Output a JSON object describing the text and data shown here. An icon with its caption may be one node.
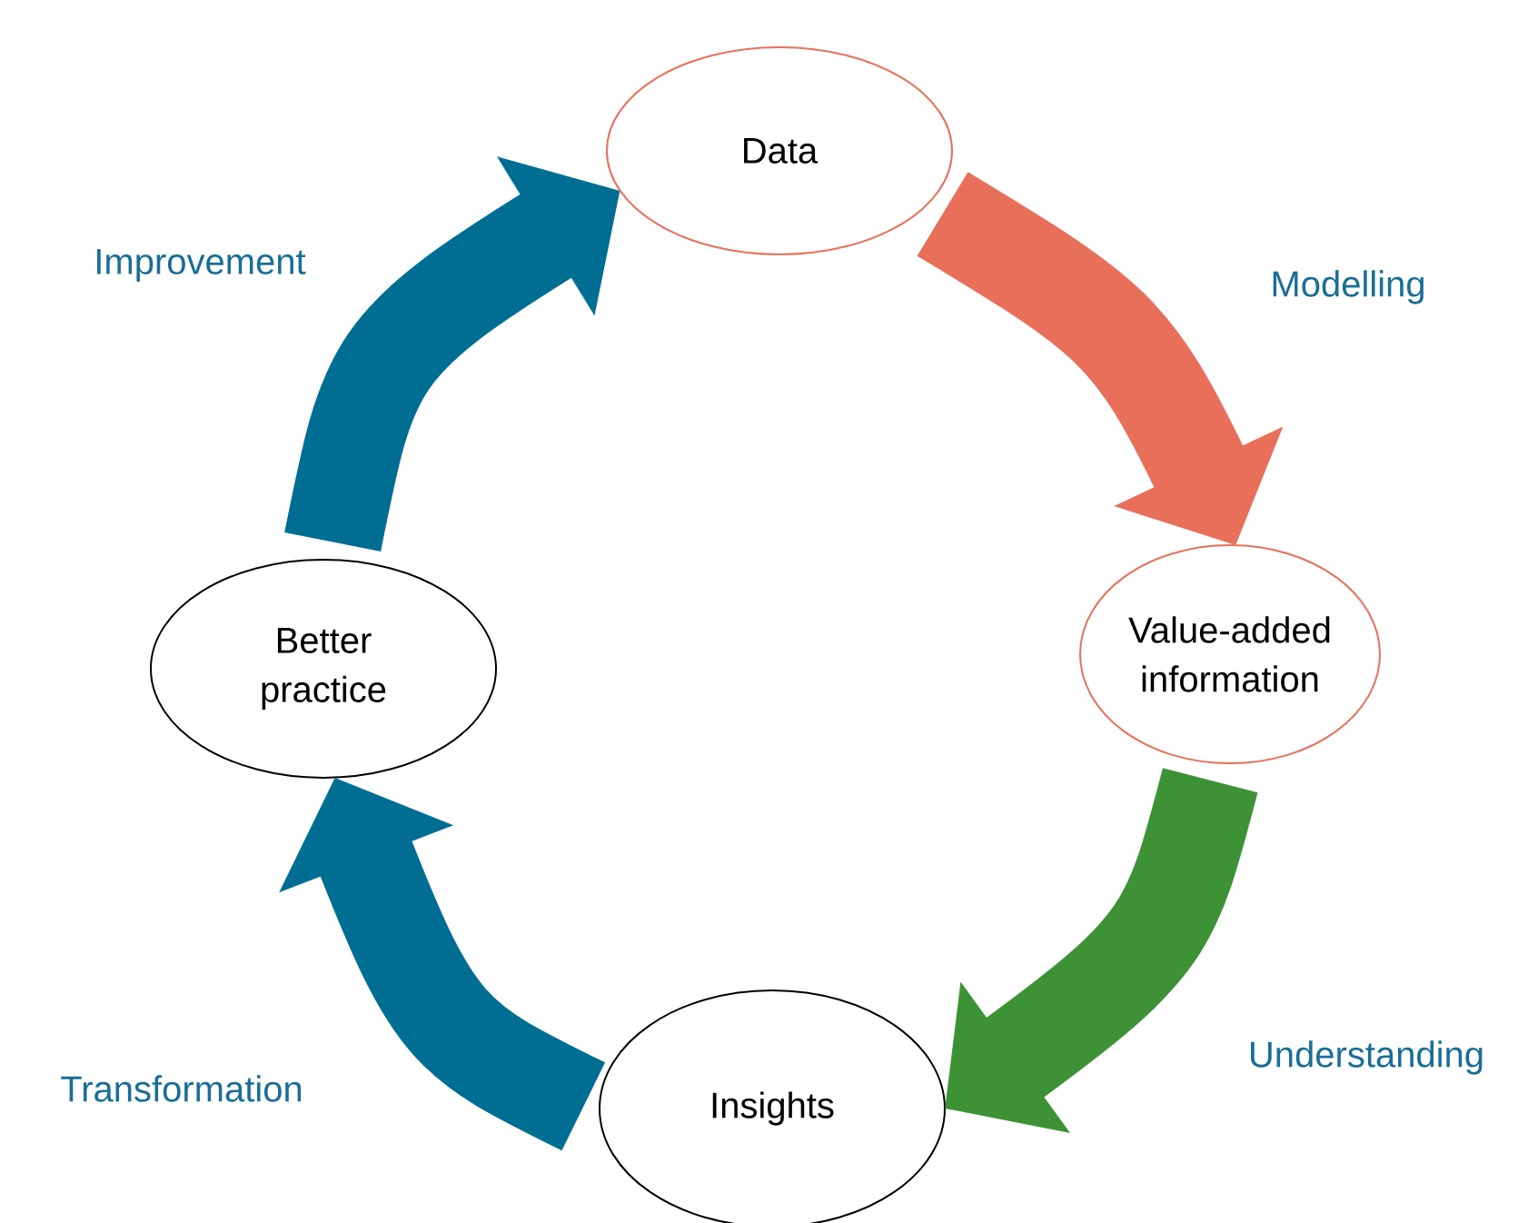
{
  "diagram": {
    "nodes": [
      {
        "text": [
          "Data"
        ]
      },
      {
        "text": [
          "Value-added information"
        ]
      },
      {
        "text": [
          "Insights"
        ]
      },
      {
        "text": [
          "Better practice"
        ]
      }
    ],
    "edges": [
      {
        "from": 0,
        "to": 1,
        "arrow": "to",
        "label": "Modelling",
        "color": "#e8705a"
      },
      {
        "from": 1,
        "to": 2,
        "arrow": "to",
        "label": "Understanding",
        "color": "#3e9236"
      },
      {
        "from": 2,
        "to": 3,
        "arrow": "to",
        "label": "Transformation",
        "color": "#006e93"
      },
      {
        "from": 3,
        "to": 0,
        "arrow": "to",
        "label": "Improvement",
        "color": "#006e93"
      }
    ]
  }
}
